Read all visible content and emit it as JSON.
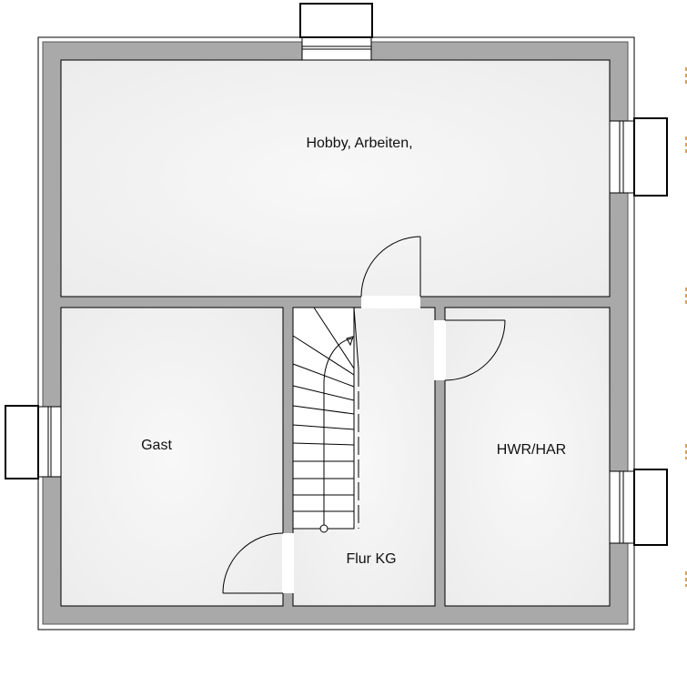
{
  "plan": {
    "rooms": [
      {
        "id": "hobby",
        "label": "Hobby, Arbeiten,"
      },
      {
        "id": "gast",
        "label": "Gast"
      },
      {
        "id": "flur",
        "label": "Flur KG"
      },
      {
        "id": "hwr",
        "label": "HWR/HAR"
      }
    ]
  },
  "colors": {
    "wall": "#a9a9a9",
    "floor": "#f4f4f4",
    "line": "#000000",
    "mark": "#d9a25a"
  }
}
